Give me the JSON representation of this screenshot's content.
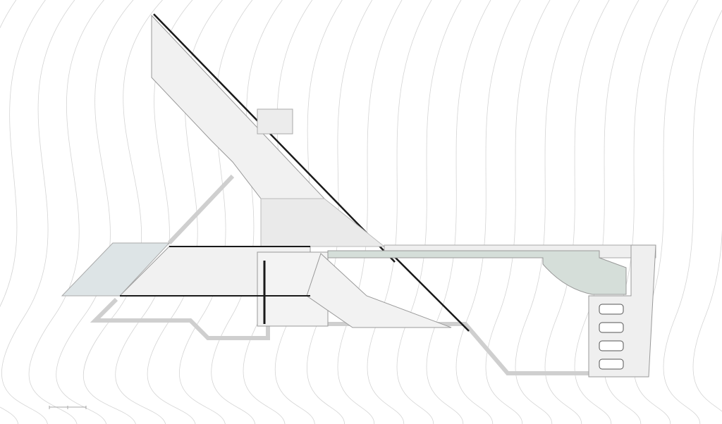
{
  "plan": {
    "colors": {
      "background": "#ffffff",
      "contour": "#d4d4d4",
      "floor": "#f1f1f1",
      "wall": "#1a1a1a",
      "pool": "#cfd9d4",
      "path": "#e2e2e2"
    },
    "icons": [
      "contour-lines",
      "scale-bar",
      "car-icon",
      "furniture-icon"
    ],
    "parking_spaces": 4
  }
}
